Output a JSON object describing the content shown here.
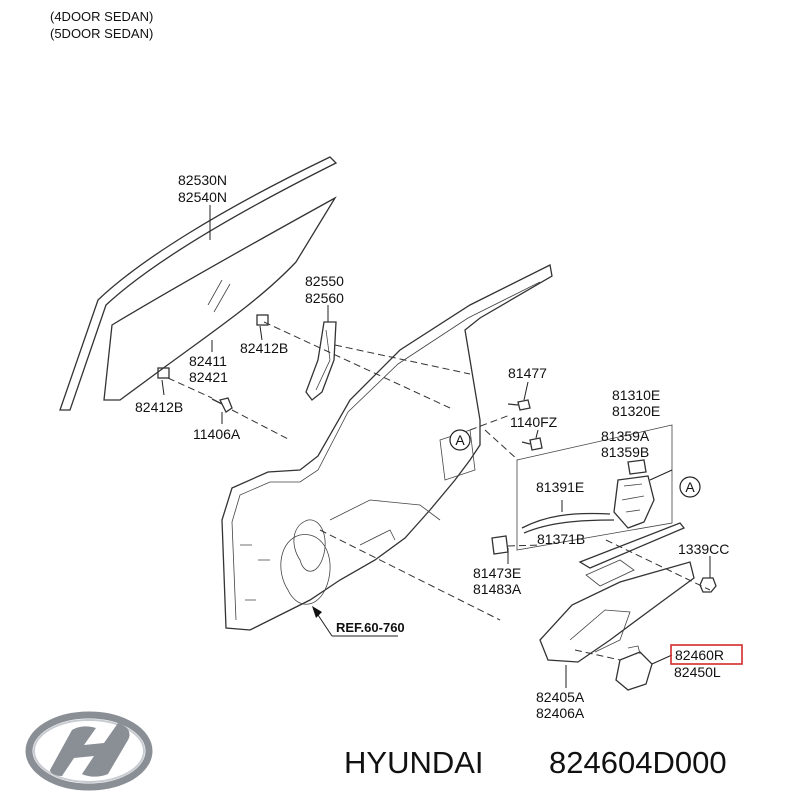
{
  "header": {
    "variant_1": "(4DOOR SEDAN)",
    "variant_2": "(5DOOR SEDAN)"
  },
  "parts": {
    "glass_a": "82530N",
    "glass_b": "82540N",
    "channel_a": "82550",
    "channel_b": "82560",
    "glass_pad_a": "82411",
    "glass_pad_b": "82421",
    "clip_upper": "82412B",
    "clip_lower": "82412B",
    "bolt_glass": "11406A",
    "bolt_door": "81477",
    "screw_lock": "1140FZ",
    "latch_a": "81310E",
    "latch_b": "81320E",
    "actuator_a": "81359A",
    "actuator_b": "81359B",
    "cable_a": "81391E",
    "cable_b": "81371B",
    "striker_a": "81473E",
    "striker_b": "81483A",
    "nut": "1339CC",
    "motor_r": "82460R",
    "motor_l": "82450L",
    "regulator_a": "82405A",
    "regulator_b": "82406A"
  },
  "callouts": {
    "circle_a_door": "A",
    "circle_a_latch": "A"
  },
  "reference": "REF.60-760",
  "footer": {
    "brand": "HYUNDAI",
    "part_number": "824604D000"
  },
  "colors": {
    "highlight_box": "#d32b2b",
    "logo": "#8a8f96"
  }
}
